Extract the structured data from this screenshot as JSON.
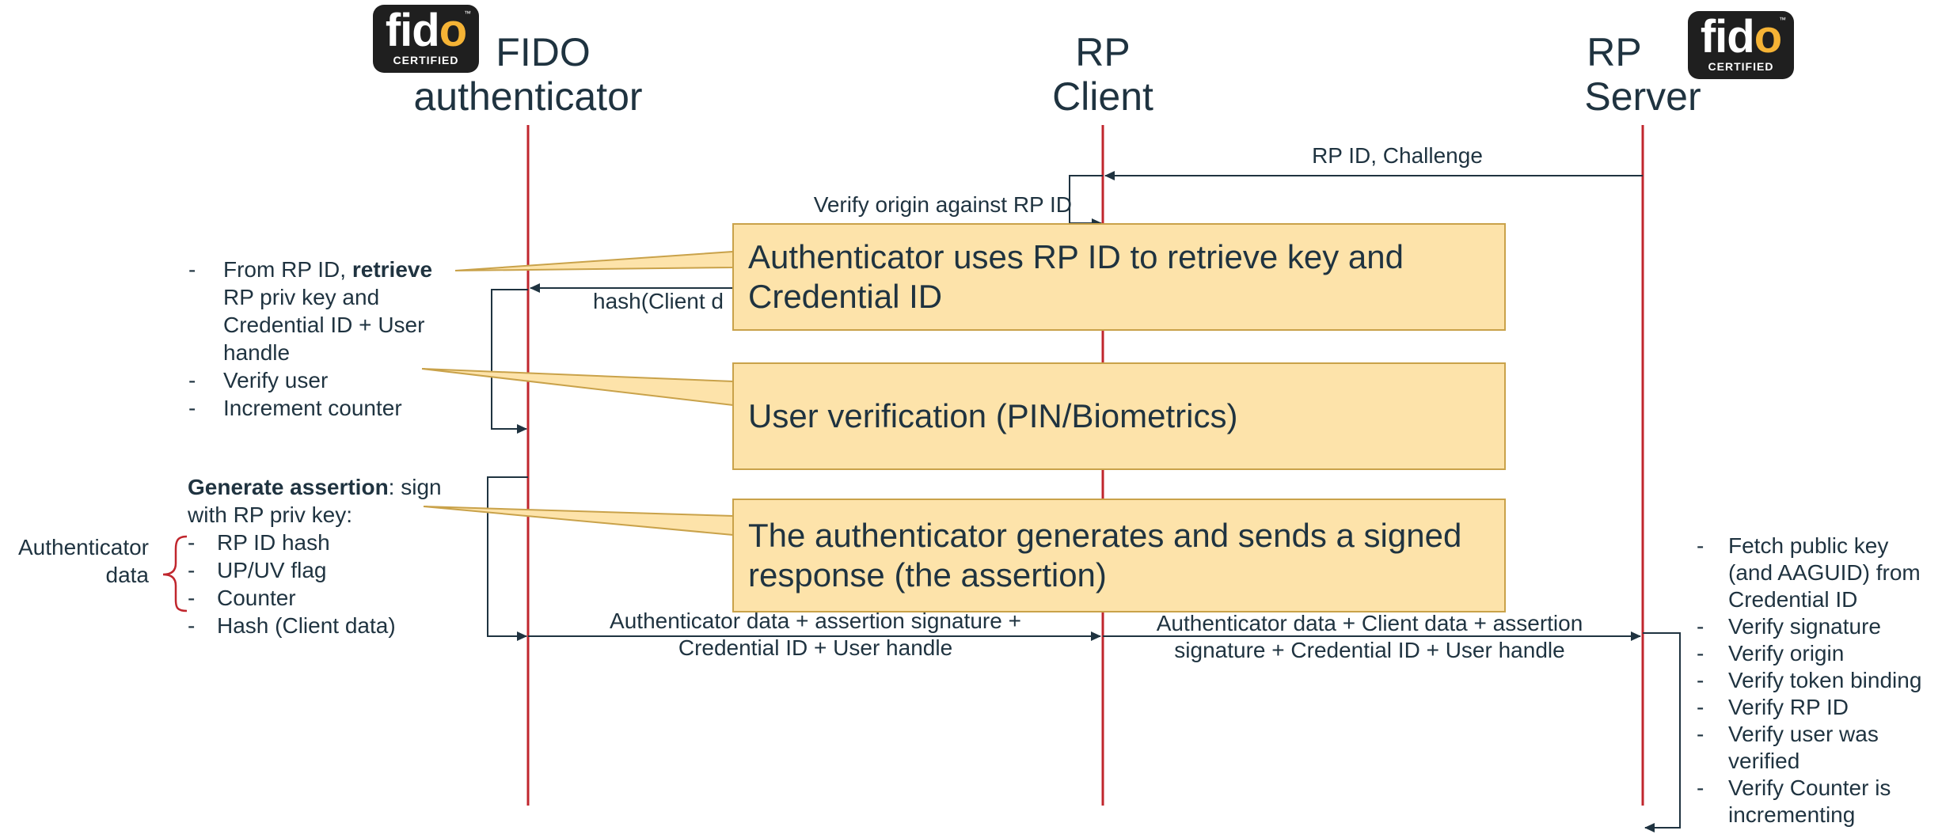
{
  "lanes": {
    "authenticator": [
      "FIDO",
      "authenticator"
    ],
    "client": [
      "RP",
      "Client"
    ],
    "server": [
      "RP",
      "Server"
    ]
  },
  "logo": {
    "word_prefix": "f",
    "word_i": "i",
    "word_d": "d",
    "word_o": "o",
    "caption": "CERTIFIED",
    "tm": "™"
  },
  "messages": {
    "rp_challenge": "RP ID, Challenge",
    "verify_origin": "Verify origin against RP ID",
    "hash_client": "hash(Client d",
    "auth_to_client": [
      "Authenticator data + assertion signature +",
      "Credential ID + User handle"
    ],
    "client_to_server": [
      "Authenticator data + Client data + assertion",
      "signature + Credential ID + User handle"
    ]
  },
  "notes": {
    "retrieve": {
      "pre": "From RP ID, ",
      "bold": "retrieve",
      "cont": [
        "RP priv key and",
        "Credential ID + User",
        "handle"
      ],
      "items": [
        "Verify user",
        "Increment counter"
      ]
    },
    "generate": {
      "bold": "Generate assertion",
      "rest": ": sign",
      "line2": "with RP priv key:",
      "items": [
        "RP ID hash",
        "UP/UV flag",
        "Counter",
        "Hash (Client data)"
      ],
      "brace_label": [
        "Authenticator",
        "data"
      ]
    },
    "server_steps": [
      [
        "Fetch public key",
        "(and AAGUID) from",
        "Credential ID"
      ],
      [
        "Verify signature"
      ],
      [
        "Verify origin"
      ],
      [
        "Verify token binding"
      ],
      [
        "Verify RP ID"
      ],
      [
        "Verify user was",
        "verified"
      ],
      [
        "Verify Counter is",
        "incrementing"
      ]
    ],
    "dash": "-"
  },
  "callouts": [
    [
      "Authenticator uses RP ID to retrieve key and",
      "Credential ID"
    ],
    [
      "User verification (PIN/Biometrics)"
    ],
    [
      "The authenticator generates and sends a signed",
      "response (the assertion)"
    ]
  ],
  "colors": {
    "lifeline": "#c0262d",
    "arrow": "#1f3340",
    "callout_fill": "#fde3aa",
    "callout_border": "#c9a24a",
    "brace": "#c0262d"
  }
}
